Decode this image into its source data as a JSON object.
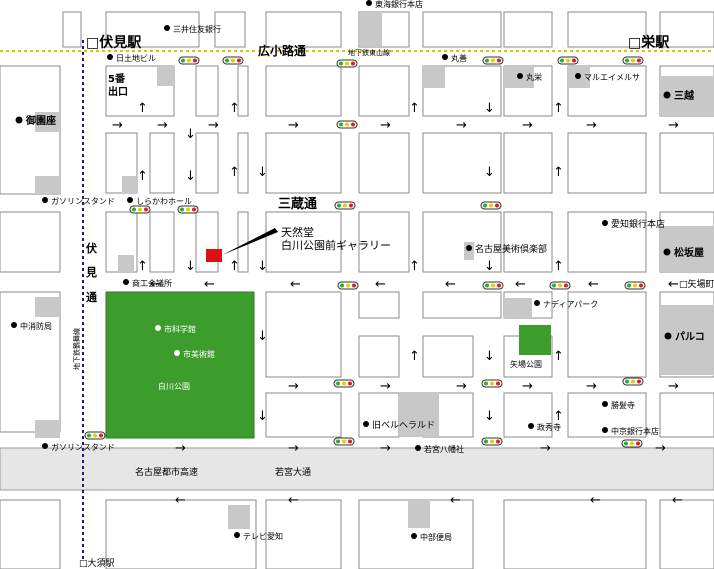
{
  "stations": {
    "fushimi": "□伏見駅",
    "sakae": "□栄駅",
    "osu": "□大須駅",
    "yabacho": "□矢場町"
  },
  "streets": {
    "hirokoji": "広小路通",
    "subway_higashiyama": "地下鉄東山線",
    "mikura": "三蔵通",
    "fushimi_dori": [
      "伏",
      "見",
      "通"
    ],
    "subway_tsurumai": "地下鉄鶴舞線",
    "expressway": "名古屋都市高速",
    "wakamiya": "若宮大通"
  },
  "exit": [
    "5番",
    "出口"
  ],
  "destination": [
    "天然堂",
    "白川公園前ギャラリー"
  ],
  "parks": {
    "shirakawa": "白川公園",
    "yaba": "矢場公園"
  },
  "landmarks": {
    "tokai_bank": "東海銀行本店",
    "mitsui_sumitomo": "三井住友銀行",
    "nittochi": "日土地ビル",
    "marubeni_line": "丸善",
    "maruei": "丸栄",
    "maruei_melsa": "マルエイメルサ",
    "mitsukoshi": "三越",
    "misonoza": "御園座",
    "gas_station_1": "ガソリンスタンド",
    "shirakawa_hall": "しらかわホール",
    "aichi_bank": "愛知銀行本店",
    "matsuzakaya": "松坂屋",
    "nagoya_art_club": "名古屋美術倶楽部",
    "chamber": "商工会議所",
    "science_museum": "市科学館",
    "art_museum": "市美術館",
    "naka_fire": "中消防局",
    "nadya_park": "ナディアパーク",
    "parco": "パルコ",
    "former_bell_herald": "旧ベルヘラルド",
    "seishuji": "政秀寺",
    "shohatsuji": "勝髪寺",
    "chukyo_bank": "中京銀行本店",
    "gas_station_2": "ガソリンスタンド",
    "wakamiya_hachiman": "若宮八幡社",
    "tv_aichi": "テレビ愛知",
    "chubu_post": "中部便局"
  },
  "colors": {
    "park": "#3c9c2c",
    "destination": "#dd1111",
    "subway_line": "#d8c400",
    "tsurumai_line": "#1a1a8c",
    "road_gray": "#e6e6e6",
    "building_gray": "#c8c8c8"
  }
}
